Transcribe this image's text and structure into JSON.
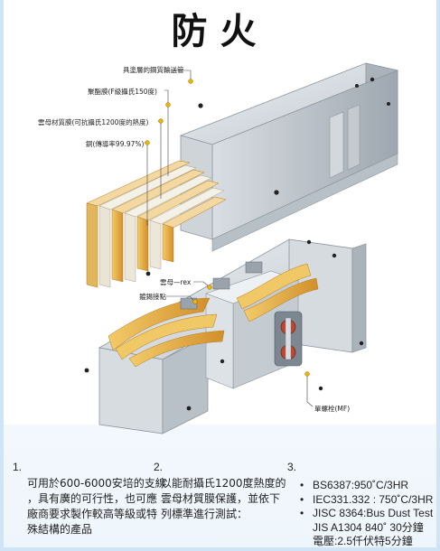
{
  "title": "防火",
  "callouts": {
    "steel_housing": "具塗層的鋼質輸送管",
    "insulation_film": "聚酯膜(F級攝氏150度)",
    "mica_film": "雲母材質膜(可抗攝氏1200度的熱度)",
    "copper": "銅(傳導率99.97%)",
    "mica_rex": "雲母—rex",
    "plated_contact": "鍍錫接點",
    "bolt": "單螺栓(MF)"
  },
  "columns": [
    {
      "number": "1.",
      "lines": [
        "可用於600-6000安培的支線",
        "，具有廣的可行性，也可應",
        "廠商要求製作較高等級或特",
        "殊結構的產品"
      ]
    },
    {
      "number": "2.",
      "lines": [
        "以能耐攝氏1200度熱度的",
        "雲母材質膜保護，並依下",
        "列標準進行測試："
      ]
    },
    {
      "number": "3.",
      "standards": [
        "BS6387:950˚C/3HR",
        "IEC331.332 : 750˚C/3HR",
        "JISC 8364:Bus Dust Test",
        "JIS A1304 840˚ 30分鐘",
        "電壓:2.5仟伏特5分鐘"
      ]
    }
  ],
  "colors": {
    "steel": "#c9ced3",
    "copper": "#e4ad4a",
    "mica": "#ece7d8",
    "callout_dot": "#f0b400",
    "frame": "#cfe4f7"
  }
}
